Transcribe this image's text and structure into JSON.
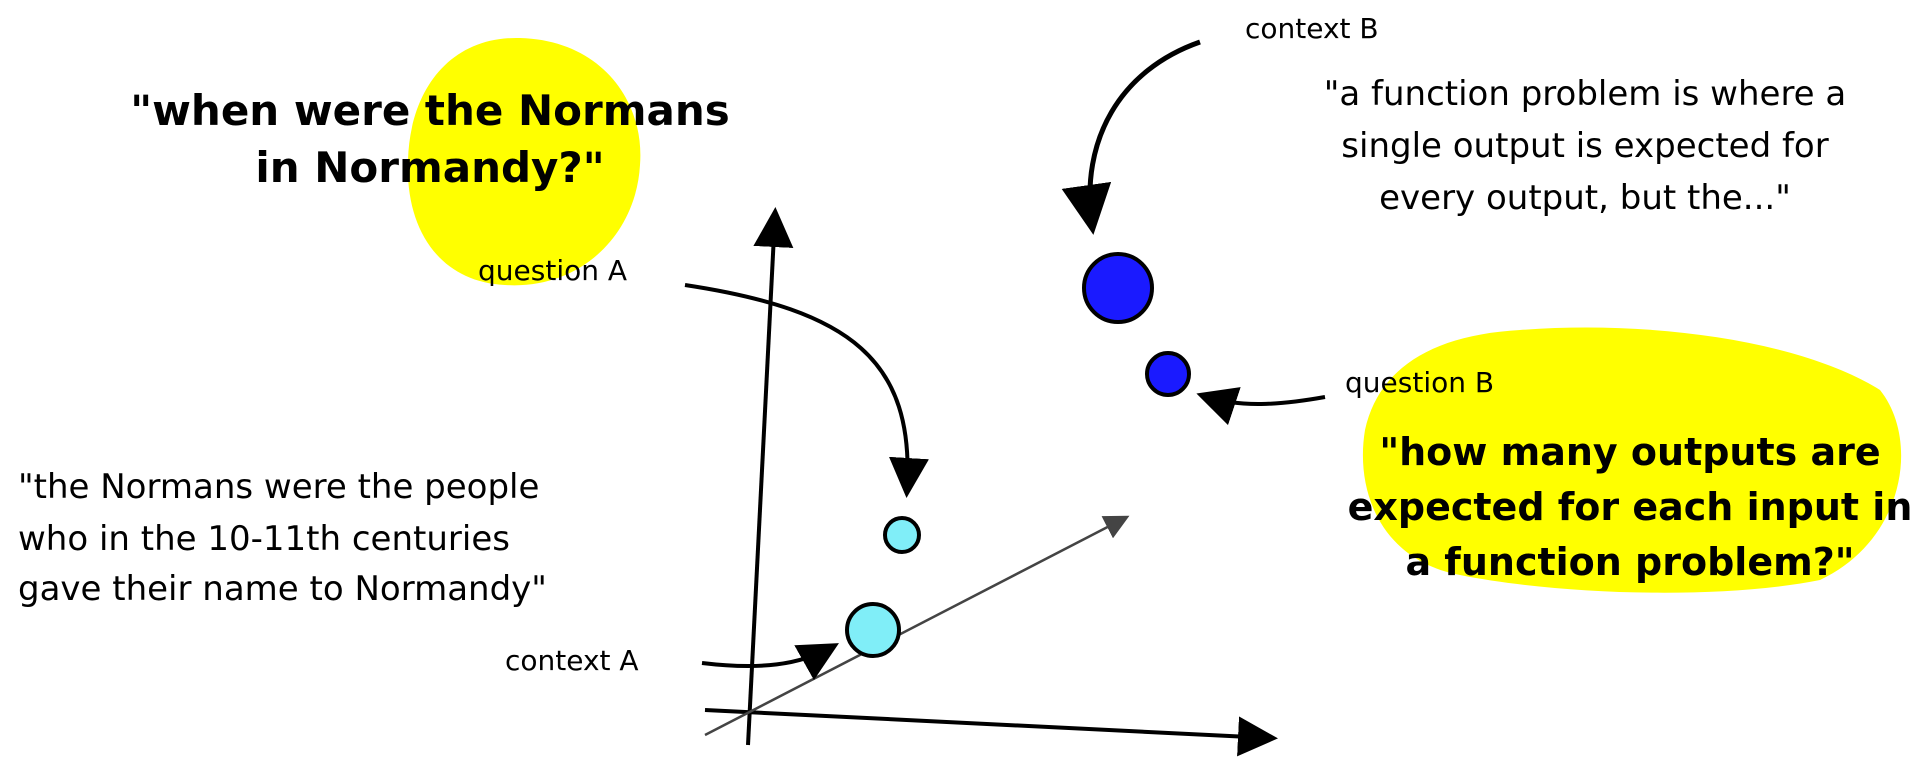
{
  "colors": {
    "highlight": "#ffff00",
    "context_a_point": "#80eef8",
    "question_a_point": "#80eef8",
    "context_b_point": "#1a1aff",
    "question_b_point": "#1a1aff",
    "axis": "#000000",
    "third_axis": "#444444"
  },
  "question_a": {
    "label": "question A",
    "text_lines": [
      "\"when were the Normans",
      "in Normandy?\""
    ]
  },
  "context_a": {
    "label": "context A",
    "text_lines": [
      "\"the Normans were the people",
      "who in the 10-11th centuries",
      "gave their name to Normandy\""
    ]
  },
  "context_b": {
    "label": "context B",
    "text_lines": [
      "\"a function problem is where a",
      "single output is expected for",
      "every output, but the...\""
    ]
  },
  "question_b": {
    "label": "question B",
    "text_lines": [
      "\"how many outputs are",
      "expected for each input in",
      "a function problem?\""
    ]
  }
}
